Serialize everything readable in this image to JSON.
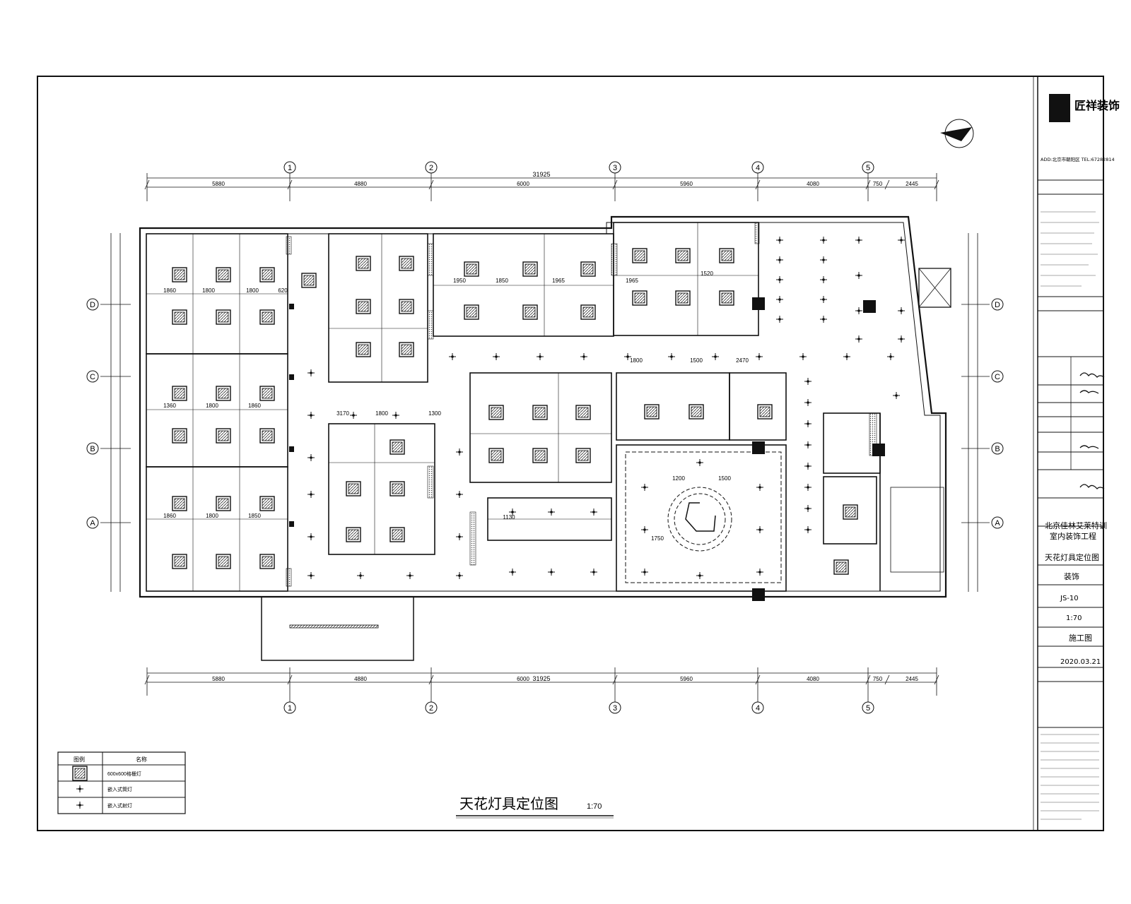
{
  "drawing": {
    "title": "天花灯具定位图",
    "scale": "1:70"
  },
  "company": {
    "logo_text": "匠祥装饰",
    "addr_line": "ADD:北京市朝阳区 TEL:67282814"
  },
  "title_block": {
    "project_line1": "北京佳林艾莱特训",
    "project_line2": "室内装饰工程",
    "sheet_title": "天花灯具定位图",
    "discipline": "装饰",
    "sheet_no": "JS-10",
    "scale": "1:70",
    "stage": "施工图",
    "date": "2020.03.21"
  },
  "legend": {
    "header_symbol": "图例",
    "header_name": "名称",
    "rows": [
      {
        "name": "600x600格栅灯"
      },
      {
        "name": "嵌入式筒灯"
      },
      {
        "name": "嵌入式射灯"
      }
    ]
  },
  "axes": {
    "columns": [
      "1",
      "2",
      "3",
      "4",
      "5"
    ],
    "rows": [
      "D",
      "C",
      "B",
      "A"
    ]
  },
  "dimensions": {
    "total": "31925",
    "top_segments": [
      "5880",
      "4880",
      "6000",
      "5960",
      "4080",
      "750",
      "2445"
    ],
    "rooms": [
      "1860",
      "1800",
      "1800",
      "620",
      "1360",
      "1800",
      "1860",
      "1860",
      "1800",
      "1850",
      "1950",
      "1850",
      "1965",
      "1965",
      "1520",
      "1800",
      "1500",
      "2470",
      "3170",
      "1800",
      "1300",
      "1130",
      "1750",
      "1200",
      "1500"
    ]
  },
  "colors": {
    "line": "#111111",
    "hatch": "#555555"
  }
}
